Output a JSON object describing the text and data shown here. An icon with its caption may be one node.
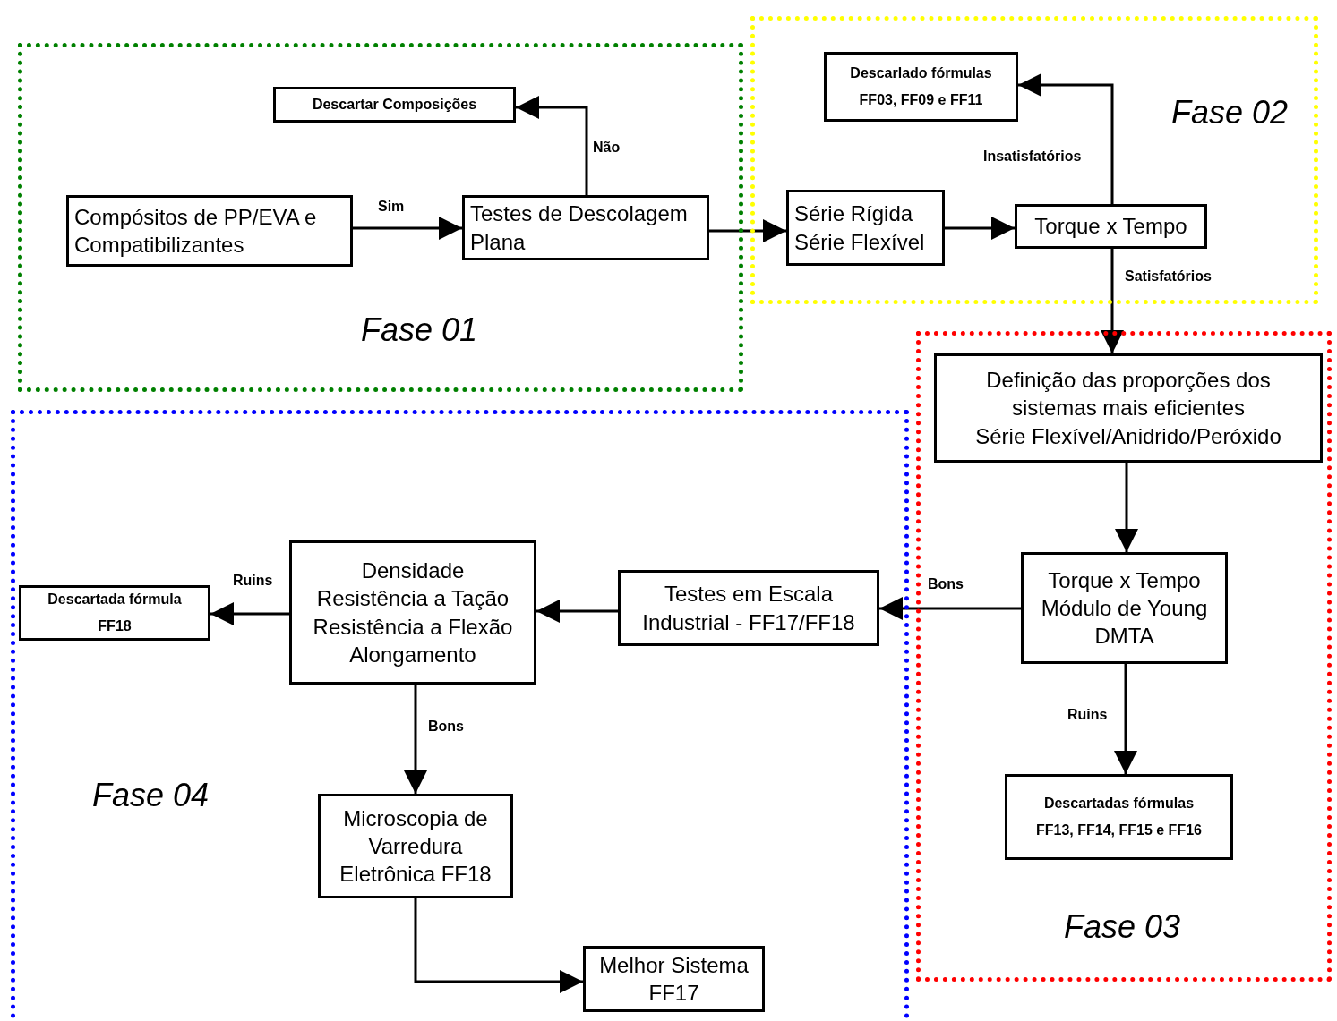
{
  "diagram": {
    "nodes": [
      {
        "text": [
          "Fase 01"
        ]
      },
      {
        "text": [
          "Compósitos de PP/EVA e Compatibilizantes"
        ],
        "in": 0
      },
      {
        "text": [
          "Testes de Descolagem Plana"
        ],
        "in": 0
      },
      {
        "text": [
          "Descartar Composições"
        ],
        "in": 0
      },
      {
        "text": [
          "Fase 02"
        ]
      },
      {
        "text": [
          "Série Rígida",
          "Série Flexível"
        ],
        "in": 4
      },
      {
        "text": [
          "Torque x Tempo"
        ],
        "in": 4
      },
      {
        "text": [
          "Descarlado fórmulas",
          "FF03, FF09 e FF11"
        ],
        "in": 4
      },
      {
        "text": [
          "Fase 03"
        ]
      },
      {
        "text": [
          "Definição das proporções dos sistemas mais eficientes",
          "Série Flexível/Anidrido/Peróxido"
        ],
        "in": 8
      },
      {
        "text": [
          "Torque x Tempo",
          "Módulo de Young",
          "DMTA"
        ],
        "in": 8
      },
      {
        "text": [
          "Descartadas fórmulas",
          "FF13, FF14, FF15 e FF16"
        ],
        "in": 8
      },
      {
        "text": [
          "Fase 04"
        ]
      },
      {
        "text": [
          "Testes em Escala Industrial - FF17/FF18"
        ],
        "in": 12
      },
      {
        "text": [
          "Densidade",
          "Resistência a Tação",
          "Resistência a Flexão",
          "Alongamento"
        ],
        "in": 12
      },
      {
        "text": [
          "Descartada fórmula",
          "FF18"
        ],
        "in": 12
      },
      {
        "text": [
          "Microscopia de Varredura Eletrônica FF18"
        ],
        "in": 12
      },
      {
        "text": [
          "Melhor Sistema",
          "FF17"
        ],
        "in": 12
      }
    ],
    "edges": [
      {
        "from": 1,
        "to": 2,
        "arrow": "to",
        "label": "Sim"
      },
      {
        "from": 2,
        "to": 3,
        "arrow": "to",
        "label": "Não"
      },
      {
        "from": 2,
        "to": 5,
        "arrow": "to"
      },
      {
        "from": 5,
        "to": 6,
        "arrow": "to"
      },
      {
        "from": 6,
        "to": 7,
        "arrow": "to",
        "label": "Insatisfatórios"
      },
      {
        "from": 6,
        "to": 9,
        "arrow": "to",
        "label": "Satisfatórios"
      },
      {
        "from": 9,
        "to": 10,
        "arrow": "to"
      },
      {
        "from": 10,
        "to": 13,
        "arrow": "to",
        "label": "Bons"
      },
      {
        "from": 10,
        "to": 11,
        "arrow": "to",
        "label": "Ruins"
      },
      {
        "from": 13,
        "to": 14,
        "arrow": "to"
      },
      {
        "from": 14,
        "to": 15,
        "arrow": "to",
        "label": "Ruins"
      },
      {
        "from": 14,
        "to": 16,
        "arrow": "to",
        "label": "Bons"
      },
      {
        "from": 16,
        "to": 17,
        "arrow": "to"
      }
    ]
  }
}
